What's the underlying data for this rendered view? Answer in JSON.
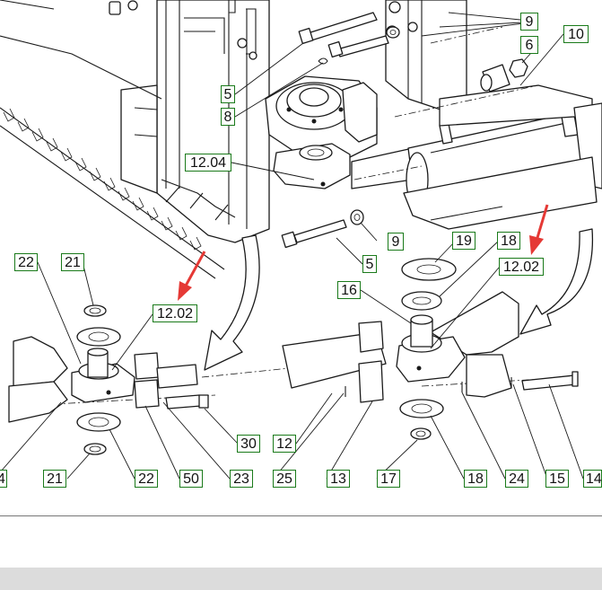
{
  "callouts": [
    {
      "id": "c9a",
      "text": "9"
    },
    {
      "id": "c6",
      "text": "6"
    },
    {
      "id": "c10",
      "text": "10"
    },
    {
      "id": "c5a",
      "text": "5"
    },
    {
      "id": "c8",
      "text": "8"
    },
    {
      "id": "c1204",
      "text": "12.04"
    },
    {
      "id": "c9b",
      "text": "9"
    },
    {
      "id": "c5b",
      "text": "5"
    },
    {
      "id": "c19",
      "text": "19"
    },
    {
      "id": "c18a",
      "text": "18"
    },
    {
      "id": "c1202r",
      "text": "12.02"
    },
    {
      "id": "c16",
      "text": "16"
    },
    {
      "id": "c22a",
      "text": "22"
    },
    {
      "id": "c21a",
      "text": "21"
    },
    {
      "id": "c1202l",
      "text": "12.02"
    },
    {
      "id": "c30",
      "text": "30"
    },
    {
      "id": "c12",
      "text": "12"
    },
    {
      "id": "c14l",
      "text": "4"
    },
    {
      "id": "c21b",
      "text": "21"
    },
    {
      "id": "c22b",
      "text": "22"
    },
    {
      "id": "c50",
      "text": "50"
    },
    {
      "id": "c23",
      "text": "23"
    },
    {
      "id": "c25",
      "text": "25"
    },
    {
      "id": "c13",
      "text": "13"
    },
    {
      "id": "c17",
      "text": "17"
    },
    {
      "id": "c18b",
      "text": "18"
    },
    {
      "id": "c24",
      "text": "24"
    },
    {
      "id": "c15",
      "text": "15"
    },
    {
      "id": "c14r",
      "text": "14"
    }
  ],
  "colors": {
    "callout_border": "#1a7a1a",
    "arrow_red": "#e53935",
    "line": "#1a1a1a"
  }
}
